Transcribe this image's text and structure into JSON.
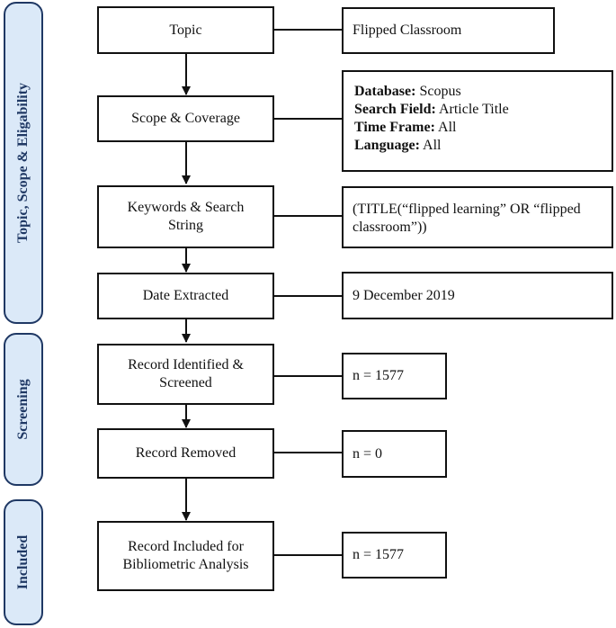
{
  "phases": [
    {
      "key": "topic_scope",
      "label": "Topic, Scope & Eligability"
    },
    {
      "key": "screening",
      "label": "Screening"
    },
    {
      "key": "included",
      "label": "Included"
    }
  ],
  "steps": [
    {
      "label": "Topic"
    },
    {
      "label": "Scope & Coverage"
    },
    {
      "label": "Keywords & Search String"
    },
    {
      "label": "Date Extracted"
    },
    {
      "label": "Record Identified & Screened"
    },
    {
      "label": "Record Removed"
    },
    {
      "label": "Record Included for Bibliometric Analysis"
    }
  ],
  "details": {
    "topic": "Flipped Classroom",
    "scope": [
      {
        "field": "Database:",
        "value": "Scopus"
      },
      {
        "field": "Search Field:",
        "value": "Article Title"
      },
      {
        "field": "Time Frame:",
        "value": "All"
      },
      {
        "field": "Language:",
        "value": "All"
      }
    ],
    "keywords": "(TITLE(“flipped learning” OR “flipped classroom”))",
    "date_extracted": "9 December 2019",
    "identified": "n = 1577",
    "removed": "n = 0",
    "included": "n = 1577"
  }
}
